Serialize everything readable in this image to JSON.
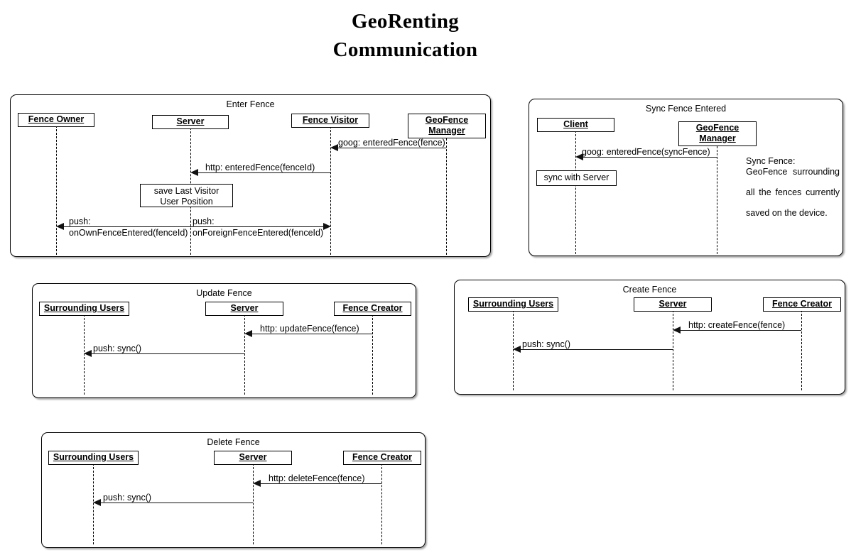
{
  "title": {
    "line1": "GeoRenting",
    "line2": "Communication"
  },
  "diagrams": [
    {
      "id": "enter-fence",
      "title": "Enter Fence",
      "actors": [
        {
          "name": "Fence Owner",
          "lines": [
            "Fence Owner"
          ]
        },
        {
          "name": "Server",
          "lines": [
            "Server"
          ]
        },
        {
          "name": "Fence Visitor",
          "lines": [
            "Fence Visitor"
          ]
        },
        {
          "name": "GeoFence Manager",
          "lines": [
            "GeoFence",
            "Manager"
          ]
        }
      ],
      "messages": [
        {
          "label": "goog: enteredFence(fence)",
          "from": "GeoFence Manager",
          "to": "Fence Visitor",
          "direction": "left"
        },
        {
          "label": "http: enteredFence(fenceId)",
          "from": "Fence Visitor",
          "to": "Server",
          "direction": "left"
        },
        {
          "label_line1": "push:",
          "label_line2": "onOwnFenceEntered(fenceId)",
          "from": "Server",
          "to": "Fence Owner",
          "direction": "left"
        },
        {
          "label_line1": "push:",
          "label_line2": "onForeignFenceEntered(fenceId)",
          "from": "Server",
          "to": "Fence Visitor",
          "direction": "right"
        }
      ],
      "activities": [
        {
          "line1": "save Last Visitor User",
          "line2": "Position",
          "on": "Server"
        }
      ]
    },
    {
      "id": "sync-fence-entered",
      "title": "Sync Fence Entered",
      "actors": [
        {
          "name": "Client",
          "lines": [
            "Client"
          ]
        },
        {
          "name": "GeoFence Manager",
          "lines": [
            "GeoFence",
            "Manager"
          ]
        }
      ],
      "messages": [
        {
          "label": "goog: enteredFence(syncFence)",
          "from": "GeoFence Manager",
          "to": "Client",
          "direction": "left"
        }
      ],
      "activities": [
        {
          "line1": "sync with Server",
          "line2": "",
          "on": "Client"
        }
      ],
      "note": {
        "line1": "Sync Fence:",
        "line2": "GeoFence surrounding",
        "line3": "all the fences currently",
        "line4": "saved on the device."
      }
    },
    {
      "id": "update-fence",
      "title": "Update Fence",
      "actors": [
        {
          "name": "Surrounding Users",
          "lines": [
            "Surrounding Users"
          ]
        },
        {
          "name": "Server",
          "lines": [
            "Server"
          ]
        },
        {
          "name": "Fence Creator",
          "lines": [
            "Fence Creator"
          ]
        }
      ],
      "messages": [
        {
          "label": "http: updateFence(fence)",
          "from": "Fence Creator",
          "to": "Server",
          "direction": "left"
        },
        {
          "label": "push: sync()",
          "from": "Server",
          "to": "Surrounding Users",
          "direction": "left"
        }
      ]
    },
    {
      "id": "create-fence",
      "title": "Create Fence",
      "actors": [
        {
          "name": "Surrounding Users",
          "lines": [
            "Surrounding Users"
          ]
        },
        {
          "name": "Server",
          "lines": [
            "Server"
          ]
        },
        {
          "name": "Fence Creator",
          "lines": [
            "Fence Creator"
          ]
        }
      ],
      "messages": [
        {
          "label": "http: createFence(fence)",
          "from": "Fence Creator",
          "to": "Server",
          "direction": "left"
        },
        {
          "label": "push: sync()",
          "from": "Server",
          "to": "Surrounding Users",
          "direction": "left"
        }
      ]
    },
    {
      "id": "delete-fence",
      "title": "Delete Fence",
      "actors": [
        {
          "name": "Surrounding Users",
          "lines": [
            "Surrounding Users"
          ]
        },
        {
          "name": "Server",
          "lines": [
            "Server"
          ]
        },
        {
          "name": "Fence Creator",
          "lines": [
            "Fence Creator"
          ]
        }
      ],
      "messages": [
        {
          "label": "http: deleteFence(fence)",
          "from": "Fence Creator",
          "to": "Server",
          "direction": "left"
        },
        {
          "label": "push: sync()",
          "from": "Server",
          "to": "Surrounding Users",
          "direction": "left"
        }
      ]
    }
  ]
}
